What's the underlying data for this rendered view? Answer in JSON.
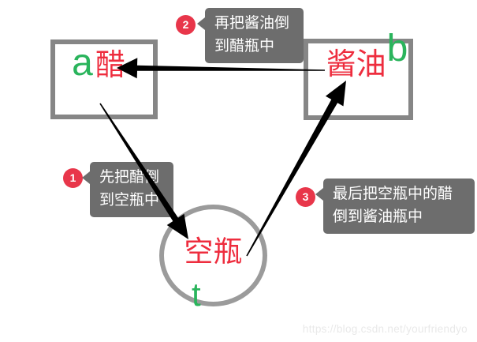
{
  "diagram": {
    "box_a": {
      "letter": "a",
      "label": "醋"
    },
    "box_b": {
      "label": "酱油",
      "letter": "b"
    },
    "empty_bottle": {
      "label": "空瓶",
      "letter": "t"
    },
    "callouts": [
      {
        "number": "1",
        "line1": "先把醋倒",
        "line2": "到空瓶中"
      },
      {
        "number": "2",
        "line1": "再把酱油倒",
        "line2": "到醋瓶中"
      },
      {
        "number": "3",
        "line1": "最后把空瓶中的醋",
        "line2": "倒到酱油瓶中"
      }
    ],
    "colors": {
      "red_text": "#ee2d3e",
      "green_text": "#2ab45c",
      "badge_red": "#e8364a",
      "bubble_gray": "#6d6d6d",
      "box_border_gray": "#868686",
      "ellipse_border_gray": "#9b9b9b",
      "arrow_black": "#000000",
      "watermark_gray": "#e9e9e9"
    },
    "watermark": "https://blog.csdn.net/yourfriendyo"
  }
}
